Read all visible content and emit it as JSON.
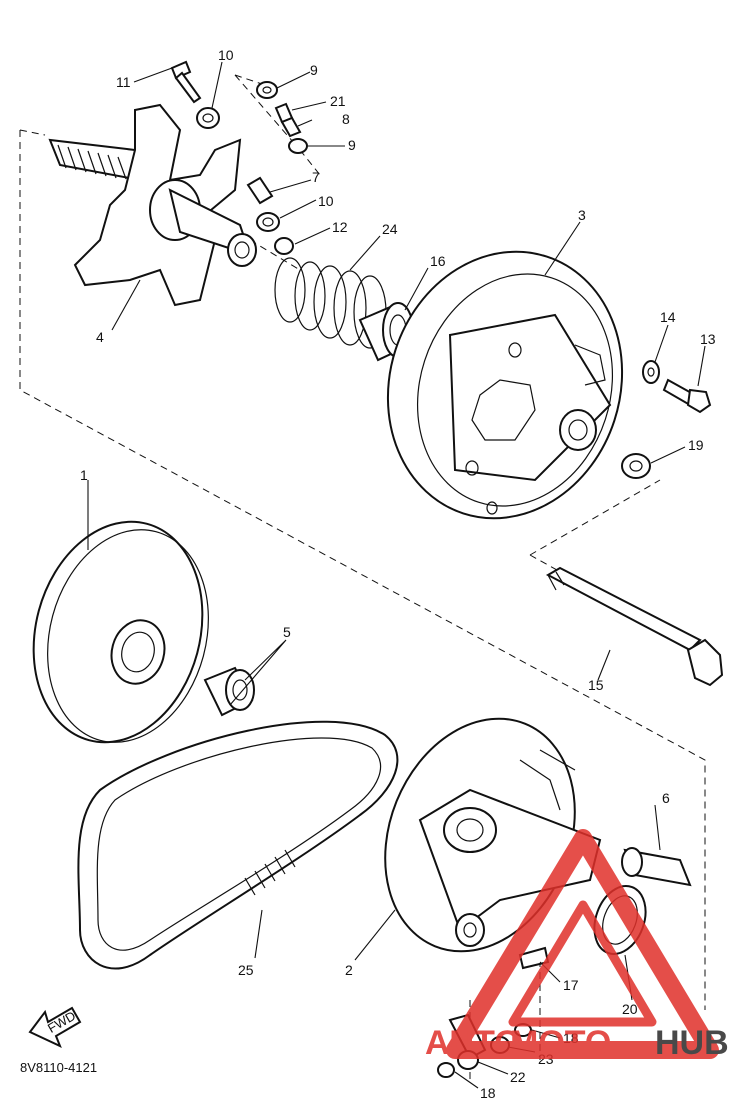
{
  "diagram": {
    "part_labels": [
      "1",
      "2",
      "3",
      "4",
      "5",
      "6",
      "7",
      "8",
      "9",
      "9",
      "10",
      "10",
      "11",
      "12",
      "13",
      "14",
      "15",
      "16",
      "17",
      "18",
      "18",
      "19",
      "20",
      "21",
      "22",
      "23",
      "24",
      "25"
    ],
    "fwd_label": "FWD",
    "drawing_code": "8V8110-4121"
  },
  "watermark": {
    "text_left": "AUTO",
    "text_mid": "MOTO",
    "text_right": "HUB",
    "accent_color": "#e0302a",
    "dark_color": "#2a2a2a"
  }
}
